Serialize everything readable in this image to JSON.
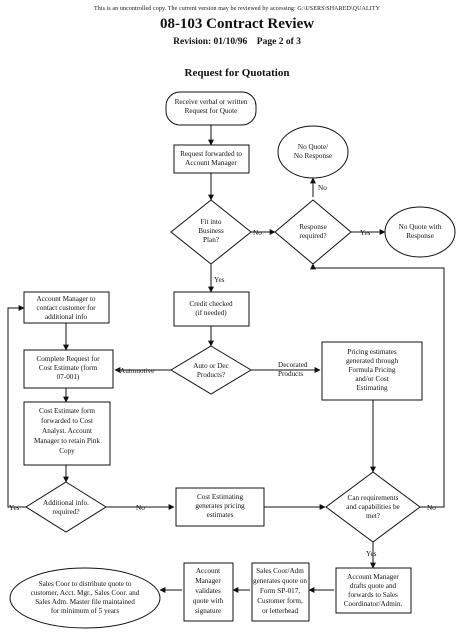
{
  "header": {
    "notice": "This is an uncontrolled copy. The current version may be reviewed by accessing: G:\\USERS\\SHARED\\QUALITY",
    "title": "08-103 Contract Review",
    "revision_label": "Revision:",
    "revision_date": "01/10/96",
    "page": "Page 2 of 3"
  },
  "flowchart_title": "Request for Quotation",
  "nodes": {
    "receive": [
      "Receive verbal or written",
      "Request for Quote"
    ],
    "forwarded": [
      "Request forwarded to",
      "Account Manager"
    ],
    "fit": [
      "Fit into",
      "Business",
      "Plan?"
    ],
    "response": [
      "Response",
      "required?"
    ],
    "no_quote_response": [
      "No Quote/",
      "No Response"
    ],
    "no_quote_with_response": [
      "No Quote with",
      "Response"
    ],
    "credit": [
      "Credit checked",
      "(if needed)"
    ],
    "auto_dec": [
      "Auto or Dec",
      "Products?"
    ],
    "pricing": [
      "Pricing estimates",
      "generated through",
      "Formula Pricing",
      "and/or Cost",
      "Estimating"
    ],
    "am_contact": [
      "Account Manager to",
      "contact customer for",
      "additional info"
    ],
    "complete": [
      "Complete Request for",
      "Cost Estimate (form",
      "07-001)"
    ],
    "cost_form": [
      "Cost Estimate form",
      "forwarded to Cost",
      "Analyst.  Account",
      "Manager to retain Pink",
      "Copy"
    ],
    "additional": [
      "Additional info.",
      "required?"
    ],
    "cost_est": [
      "Cost Estimating",
      "generates pricing",
      "estimates"
    ],
    "can_meet": [
      "Can requirements",
      "and capabilities be",
      "met?"
    ],
    "am_drafts": [
      "Account Manager",
      "drafts quote and",
      "forwards to Sales",
      "Coordinator/Admin."
    ],
    "sales_gen": [
      "Sales Coor/Adm",
      "generates quote on",
      "Form SP-017,",
      "Customer form,",
      "or letterhead"
    ],
    "am_validates": [
      "Account",
      "Manager",
      "validates",
      "quote with",
      "signature"
    ],
    "distribute": [
      "Sales Coor to distribute quote to",
      "customer, Acct. Mgr., Sales Coor. and",
      "Sales Adm.  Master file maintained",
      "for minimum of 5 years"
    ]
  },
  "edge_labels": {
    "yes": "Yes",
    "no": "No",
    "automotive": "Automotive",
    "decorated": [
      "Decorated",
      "Products"
    ]
  }
}
